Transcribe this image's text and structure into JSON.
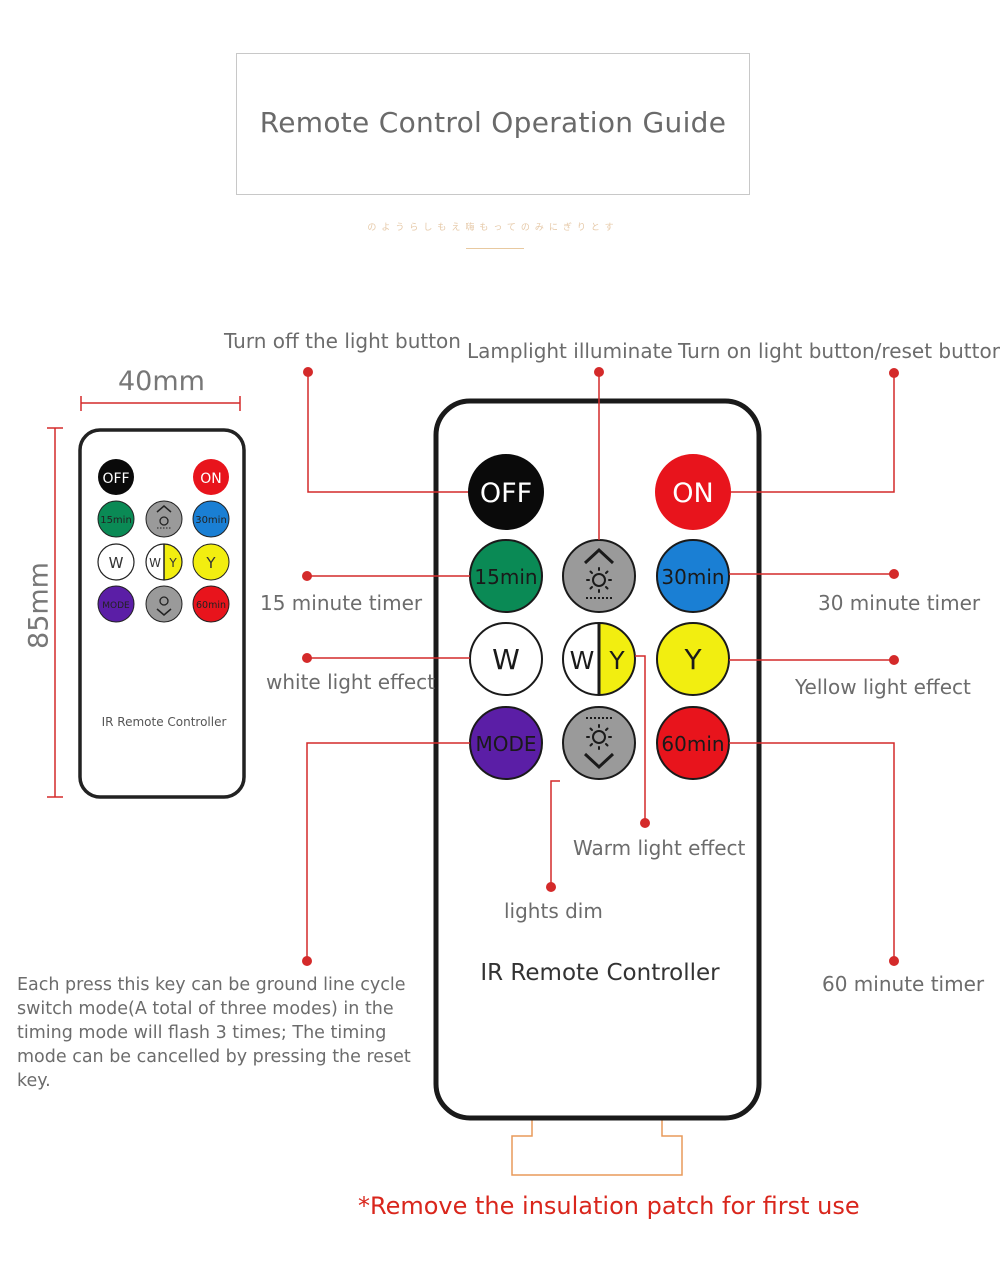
{
  "title": "Remote Control Operation Guide",
  "subtitle_scribble": "のようらしもえ嗨もってのみにぎりとす",
  "dimensions": {
    "width": "40mm",
    "height": "85mm"
  },
  "remote_brand": "IR Remote Controller",
  "buttons": {
    "off": "OFF",
    "on": "ON",
    "t15": "15min",
    "t30": "30min",
    "w": "W",
    "wy_w": "W",
    "wy_y": "Y",
    "y": "Y",
    "mode": "MODE",
    "t60": "60min"
  },
  "callouts": {
    "off": "Turn off the light button",
    "brighten": "Lamplight illuminate",
    "on": "Turn on light button/reset button",
    "t15": "15 minute timer",
    "t30": "30 minute timer",
    "white": "white light effect",
    "yellow": "Yellow light effect",
    "warm": "Warm light effect",
    "dim": "lights dim",
    "t60": "60 minute timer",
    "mode": "Each press this key can be ground line cycle switch mode(A total of three modes) in the timing mode will flash 3 times; The timing mode can be cancelled by pressing the reset key."
  },
  "warning": "*Remove the insulation patch for first use",
  "colors": {
    "off": "#0a0a0a",
    "on": "#e8141c",
    "t15": "#0a8a55",
    "t30": "#1a7fd4",
    "y": "#f2ee10",
    "mode": "#5b1ea6",
    "t60": "#e8141c",
    "gray": "#9a9a9a",
    "callout_line": "#d42a2a",
    "warning_text": "#d9261c"
  }
}
